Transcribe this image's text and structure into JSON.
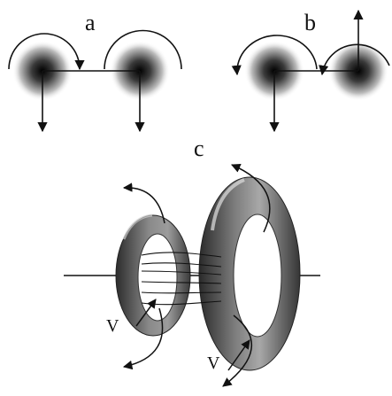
{
  "labels": {
    "a": "a",
    "b": "b",
    "c": "c",
    "v_left": "V",
    "v_right": "V"
  },
  "colors": {
    "ink": "#111111",
    "ring": "#6e6e6e",
    "ring_dark": "#2e2e2e",
    "ring_light": "#c8c8c8"
  }
}
